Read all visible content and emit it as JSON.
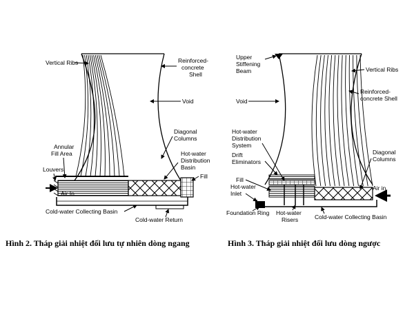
{
  "figure1": {
    "caption": "Hình 2. Tháp giải nhiệt đối lưu tự nhiên dòng ngang",
    "labels": {
      "vertical_ribs": "Vertical Ribs",
      "shell_1": "Reinforced-",
      "shell_2": "concrete",
      "shell_3": "Shell",
      "void": "Void",
      "annular_1": "Annular",
      "annular_2": "Fill Area",
      "diagonal_1": "Diagonal",
      "diagonal_2": "Columns",
      "hotwater_1": "Hot-water",
      "hotwater_2": "Distribution",
      "hotwater_3": "Basin",
      "louvers": "Louvers",
      "fill": "Fill",
      "air_in": "Air In",
      "cold_basin": "Cold-water Collecting Basin",
      "cold_return": "Cold-water Return"
    }
  },
  "figure2": {
    "caption": "Hình 3. Tháp giải nhiệt đối lưu dòng ngược",
    "labels": {
      "upper_1": "Upper",
      "upper_2": "Stiffening",
      "upper_3": "Beam",
      "vertical_ribs": "Vertical Ribs",
      "shell_1": "Reinforced-",
      "shell_2": "concrete Shell",
      "void": "Void",
      "hotdist_1": "Hot-water",
      "hotdist_2": "Distribution",
      "hotdist_3": "System",
      "drift_1": "Drift",
      "drift_2": "Eliminators",
      "diagonal_1": "Diagonal",
      "diagonal_2": "Columns",
      "fill": "Fill",
      "inlet_1": "Hot-water",
      "inlet_2": "Inlet",
      "air_in": "Air in",
      "foundation": "Foundation Ring",
      "risers_1": "Hot-water",
      "risers_2": "Risers",
      "cold_basin": "Cold-water Collecting Basin"
    }
  }
}
